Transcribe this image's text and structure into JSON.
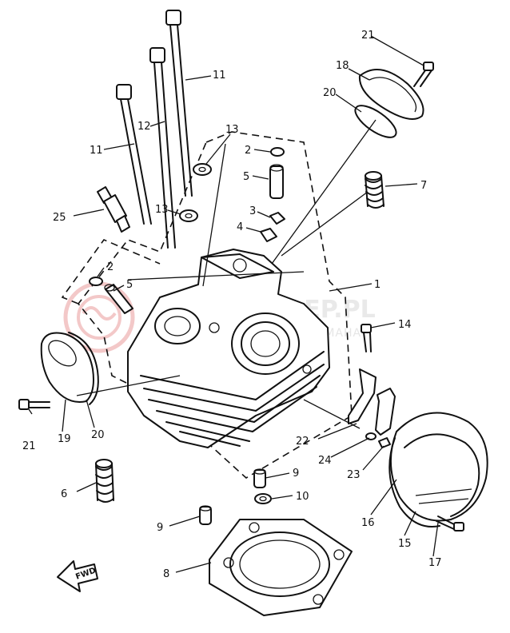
{
  "watermark": {
    "title": "MOTOSKLEP.PL",
    "subtitle": "MOTOSKLEP DEALER YAMAHA"
  },
  "direction_marker": "FWD",
  "callouts": {
    "c21_top": "21",
    "c18": "18",
    "c20_top": "20",
    "c11_right": "11",
    "c12": "12",
    "c11_left": "11",
    "c13_upper": "13",
    "c2_upper": "2",
    "c5_upper": "5",
    "c7": "7",
    "c25": "25",
    "c13_lower": "13",
    "c3": "3",
    "c4": "4",
    "c2_left": "2",
    "c5_left": "5",
    "c1": "1",
    "c14": "14",
    "c21_left": "21",
    "c19": "19",
    "c20_left": "20",
    "c22": "22",
    "c24": "24",
    "c23": "23",
    "c6": "6",
    "c9_right": "9",
    "c10": "10",
    "c16": "16",
    "c15": "15",
    "c17": "17",
    "c9_left": "9",
    "c8": "8"
  },
  "colors": {
    "ink": "#111111",
    "watermark": "#e9e9e9",
    "watermark_logo": "#f3c8c8"
  }
}
